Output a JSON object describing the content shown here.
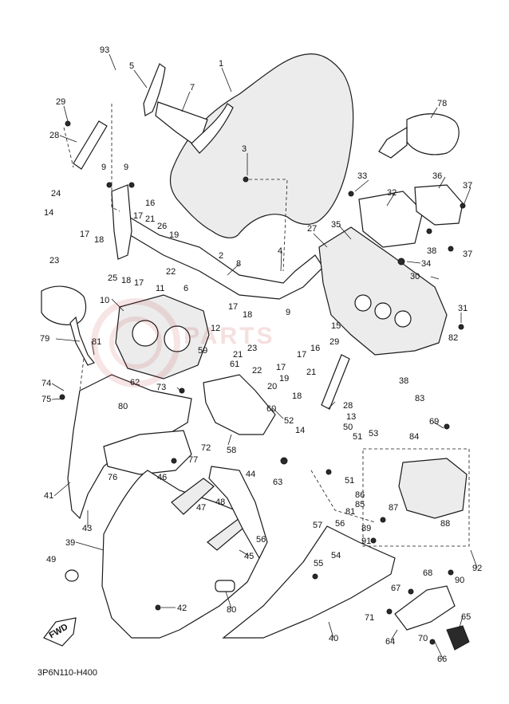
{
  "diagram": {
    "code": "3P6N110-H400",
    "fwd_label": "FWD",
    "watermark_text": "PARTS"
  },
  "callouts": [
    "93",
    "5",
    "7",
    "1",
    "29",
    "28",
    "78",
    "3",
    "9",
    "9",
    "16",
    "24",
    "14",
    "17",
    "18",
    "21",
    "26",
    "19",
    "17",
    "23",
    "25",
    "18",
    "17",
    "22",
    "2",
    "8",
    "4",
    "33",
    "32",
    "36",
    "37",
    "35",
    "27",
    "34",
    "37",
    "38",
    "30",
    "31",
    "11",
    "6",
    "10",
    "12",
    "17",
    "18",
    "9",
    "15",
    "79",
    "81",
    "74",
    "75",
    "62",
    "73",
    "59",
    "61",
    "22",
    "21",
    "23",
    "20",
    "19",
    "17",
    "18",
    "29",
    "16",
    "21",
    "17",
    "28",
    "82",
    "83",
    "80",
    "13",
    "60",
    "52",
    "14",
    "50",
    "51",
    "53",
    "69",
    "84",
    "58",
    "76",
    "72",
    "77",
    "86",
    "87",
    "85",
    "63",
    "46",
    "44",
    "48",
    "47",
    "41",
    "43",
    "45",
    "56",
    "57",
    "51",
    "88",
    "89",
    "91",
    "81",
    "56",
    "39",
    "54",
    "55",
    "92",
    "49",
    "42",
    "68",
    "90",
    "67",
    "80",
    "71",
    "65",
    "70",
    "40",
    "64",
    "66",
    "38"
  ]
}
